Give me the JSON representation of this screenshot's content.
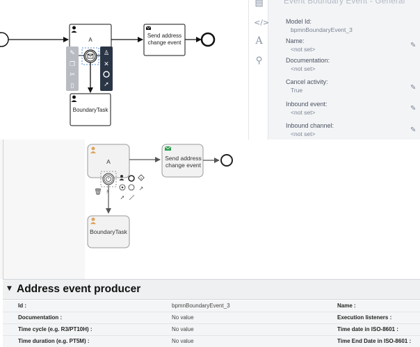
{
  "top_diagram": {
    "task_a_label": "A",
    "send_task_label": "Send address change event",
    "boundary_task_label": "BoundaryTask"
  },
  "side_icons": [
    "properties-icon",
    "xml-code-icon",
    "font-icon",
    "search-icon"
  ],
  "properties_panel": {
    "title": "Event Boundary Event - General",
    "fields": [
      {
        "label": "Model Id:",
        "value": "bpmnBoundaryEvent_3",
        "editable": false
      },
      {
        "label": "Name:",
        "value": "<not set>",
        "editable": true
      },
      {
        "label": "Documentation:",
        "value": "<not set>",
        "editable": false
      },
      {
        "label": "Cancel activity:",
        "value": "True",
        "editable": true
      },
      {
        "label": "Inbound event:",
        "value": "<not set>",
        "editable": true
      },
      {
        "label": "Inbound channel:",
        "value": "<not set>",
        "editable": true
      }
    ]
  },
  "bottom_diagram": {
    "task_a_label": "A",
    "send_task_label": "Send address change event",
    "boundary_task_label": "BoundaryTask"
  },
  "props_section": {
    "title": "Address event producer",
    "rows": [
      {
        "label": "Id :",
        "value": "bpmnBoundaryEvent_3",
        "right_label": "Name :"
      },
      {
        "label": "Documentation :",
        "value": "No value",
        "right_label": "Execution listeners :"
      },
      {
        "label": "Time cycle (e.g. R3/PT10H) :",
        "value": "No value",
        "right_label": "Time date in ISO-8601 :"
      },
      {
        "label": "Time duration (e.g. PT5M) :",
        "value": "No value",
        "right_label": "Time End Date in ISO-8601 :"
      }
    ]
  }
}
